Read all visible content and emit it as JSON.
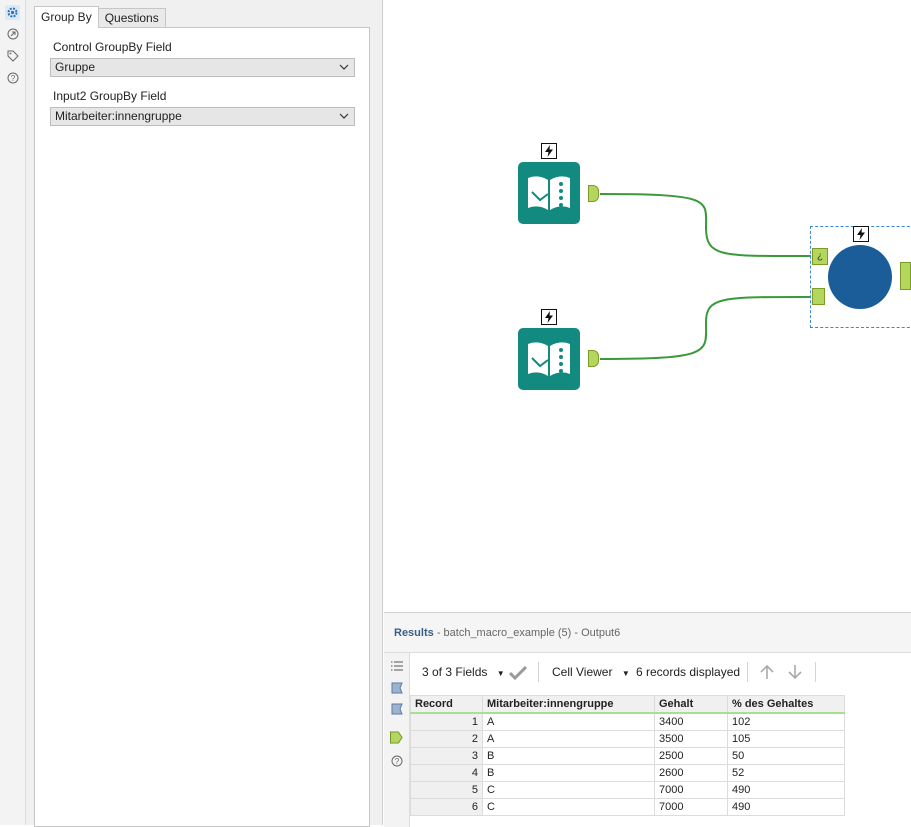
{
  "rail_icons": [
    "gear-icon",
    "arrow-icon",
    "tag-icon",
    "help-icon"
  ],
  "config": {
    "tabs": [
      {
        "label": "Group By",
        "active": true
      },
      {
        "label": "Questions",
        "active": false
      }
    ],
    "control_label": "Control GroupBy Field",
    "control_value": "Gruppe",
    "input2_label": "Input2 GroupBy Field",
    "input2_value": "Mitarbeiter:innengruppe"
  },
  "canvas": {
    "tool_color": "#138a7f",
    "macro_color": "#1a5d99",
    "connection_color": "#3a9a3a",
    "macro_anchor_label": "¿"
  },
  "results": {
    "title": "Results",
    "subtitle": "- batch_macro_example (5) - Output6",
    "fields_label": "3 of 3 Fields",
    "viewer_label": "Cell Viewer",
    "records_label": "6 records displayed",
    "columns": [
      "Record",
      "Mitarbeiter:innengruppe",
      "Gehalt",
      "% des Gehaltes"
    ],
    "rows": [
      [
        "1",
        "A",
        "3400",
        "102"
      ],
      [
        "2",
        "A",
        "3500",
        "105"
      ],
      [
        "3",
        "B",
        "2500",
        "50"
      ],
      [
        "4",
        "B",
        "2600",
        "52"
      ],
      [
        "5",
        "C",
        "7000",
        "490"
      ],
      [
        "6",
        "C",
        "7000",
        "490"
      ]
    ]
  }
}
